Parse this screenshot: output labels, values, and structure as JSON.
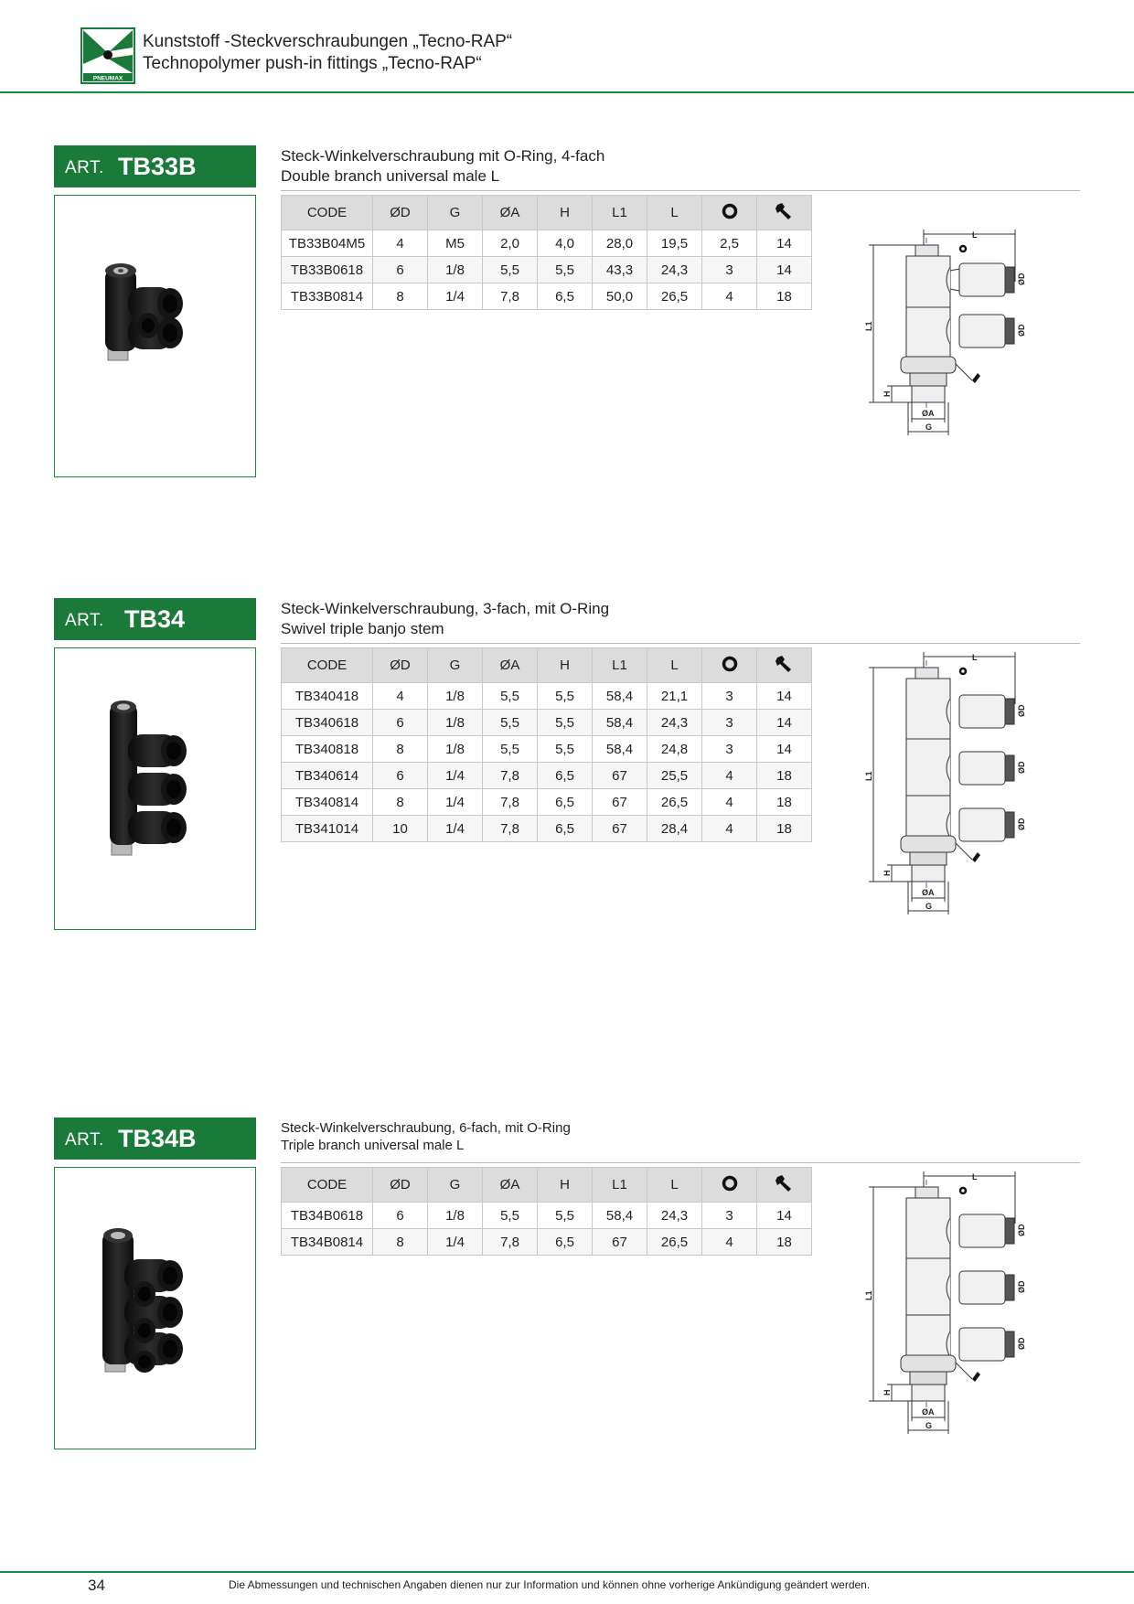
{
  "header": {
    "brand": "PNEUMAX",
    "title_de": "Kunststoff -Steckverschraubungen „Tecno-RAP“",
    "title_en": "Technopolymer push-in fittings „Tecno-RAP“"
  },
  "columns": [
    "CODE",
    "ØD",
    "G",
    "ØA",
    "H",
    "L1",
    "L"
  ],
  "column_icons": [
    "o-ring-icon",
    "wrench-icon"
  ],
  "drawing_labels": {
    "L": "L",
    "L1": "L1",
    "D": "ØD",
    "H": "H",
    "A": "ØA",
    "G": "G"
  },
  "sections": [
    {
      "art_label": "ART.",
      "art_code": "TB33B",
      "desc_de": "Steck-Winkelverschraubung mit O-Ring, 4-fach",
      "desc_en": "Double branch universal male L",
      "rows": [
        [
          "TB33B04M5",
          "4",
          "M5",
          "2,0",
          "4,0",
          "28,0",
          "19,5",
          "2,5",
          "14"
        ],
        [
          "TB33B0618",
          "6",
          "1/8",
          "5,5",
          "5,5",
          "43,3",
          "24,3",
          "3",
          "14"
        ],
        [
          "TB33B0814",
          "8",
          "1/4",
          "7,8",
          "6,5",
          "50,0",
          "26,5",
          "4",
          "18"
        ]
      ]
    },
    {
      "art_label": "ART.",
      "art_code": "TB34",
      "desc_de": "Steck-Winkelverschraubung, 3-fach, mit O-Ring",
      "desc_en": "Swivel triple banjo stem",
      "rows": [
        [
          "TB340418",
          "4",
          "1/8",
          "5,5",
          "5,5",
          "58,4",
          "21,1",
          "3",
          "14"
        ],
        [
          "TB340618",
          "6",
          "1/8",
          "5,5",
          "5,5",
          "58,4",
          "24,3",
          "3",
          "14"
        ],
        [
          "TB340818",
          "8",
          "1/8",
          "5,5",
          "5,5",
          "58,4",
          "24,8",
          "3",
          "14"
        ],
        [
          "TB340614",
          "6",
          "1/4",
          "7,8",
          "6,5",
          "67",
          "25,5",
          "4",
          "18"
        ],
        [
          "TB340814",
          "8",
          "1/4",
          "7,8",
          "6,5",
          "67",
          "26,5",
          "4",
          "18"
        ],
        [
          "TB341014",
          "10",
          "1/4",
          "7,8",
          "6,5",
          "67",
          "28,4",
          "4",
          "18"
        ]
      ]
    },
    {
      "art_label": "ART.",
      "art_code": "TB34B",
      "desc_de": "Steck-Winkelverschraubung, 6-fach, mit O-Ring",
      "desc_en": "Triple branch universal male L",
      "rows": [
        [
          "TB34B0618",
          "6",
          "1/8",
          "5,5",
          "5,5",
          "58,4",
          "24,3",
          "3",
          "14"
        ],
        [
          "TB34B0814",
          "8",
          "1/4",
          "7,8",
          "6,5",
          "67",
          "26,5",
          "4",
          "18"
        ]
      ]
    }
  ],
  "footer": {
    "page_number": "34",
    "note": "Die Abmessungen und technischen Angaben dienen nur zur Information und können ohne vorherige Ankündigung geändert werden."
  },
  "colors": {
    "brand_green": "#1a7a3a",
    "rule_green": "#1c8a3c",
    "header_gray": "#dcdcdc"
  }
}
